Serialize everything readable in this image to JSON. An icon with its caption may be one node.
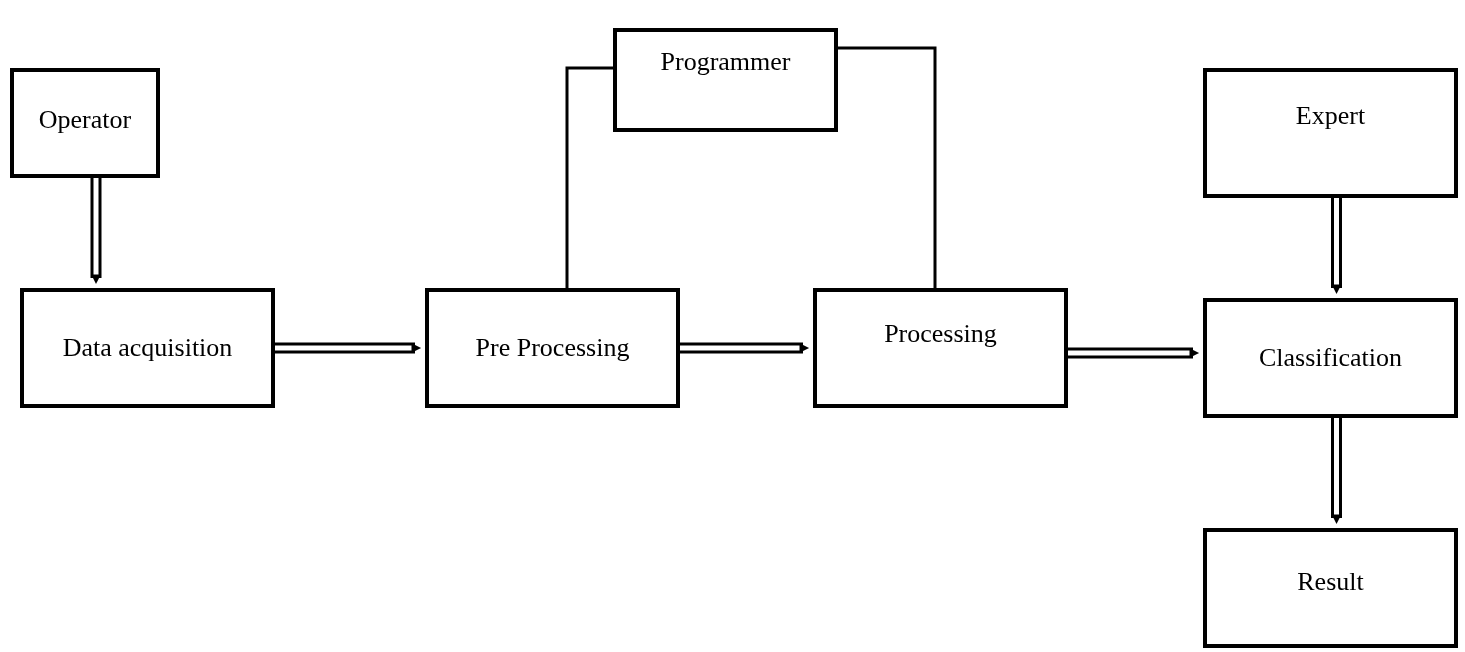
{
  "diagram": {
    "nodes": [
      {
        "text": [
          "Operator"
        ]
      },
      {
        "text": [
          "Data acquisition"
        ]
      },
      {
        "text": [
          "Pre Processing"
        ]
      },
      {
        "text": [
          "Programmer"
        ]
      },
      {
        "text": [
          "Processing"
        ]
      },
      {
        "text": [
          "Expert"
        ]
      },
      {
        "text": [
          "Classification"
        ]
      },
      {
        "text": [
          "Result"
        ]
      }
    ],
    "edges": [
      {
        "from": 0,
        "to": 1,
        "arrow": "to"
      },
      {
        "from": 1,
        "to": 2,
        "arrow": "to"
      },
      {
        "from": 2,
        "to": 4,
        "arrow": "to"
      },
      {
        "from": 4,
        "to": 6,
        "arrow": "to"
      },
      {
        "from": 5,
        "to": 6,
        "arrow": "to"
      },
      {
        "from": 6,
        "to": 7,
        "arrow": "to"
      },
      {
        "from": 3,
        "to": 2,
        "arrow": "none"
      },
      {
        "from": 3,
        "to": 4,
        "arrow": "none"
      }
    ]
  }
}
